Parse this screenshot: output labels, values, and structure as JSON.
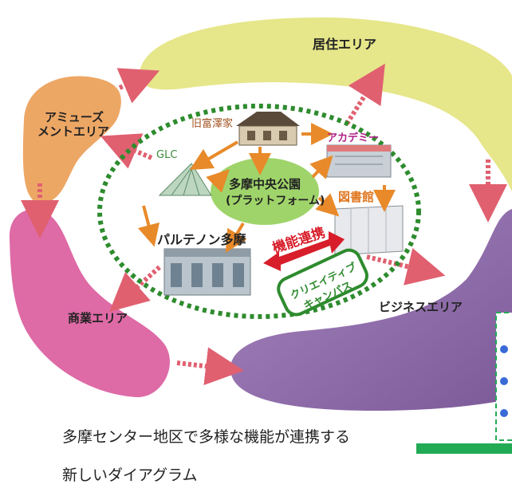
{
  "areas": {
    "residential": "居住エリア",
    "amusement_line1": "アミューズ",
    "amusement_line2": "メントエリア",
    "commercial": "商業エリア",
    "business": "ビジネスエリア"
  },
  "facilities": {
    "tomisawa": "旧富澤家",
    "academy": "アカデミー",
    "glc": "GLC",
    "library": "図書館",
    "parthenon": "パルテノン多摩",
    "park_line1": "多摩中央公園",
    "park_line2": "(プラットフォーム)"
  },
  "link_label": "機能連携",
  "campus_line1": "クリエイティブ",
  "campus_line2": "キャンパス",
  "caption_line1": "多摩センター地区で多様な機能が連携する",
  "caption_line2": "新しいダイアグラム",
  "colors": {
    "residential": "#e6e68a",
    "amusement": "#eda765",
    "commercial": "#de6aa6",
    "business": "#8e6aa8",
    "park": "#9fd46a",
    "ring": "#2e8b2e",
    "arrow_orange": "#e88a2a",
    "link_red": "#d81e2a"
  }
}
